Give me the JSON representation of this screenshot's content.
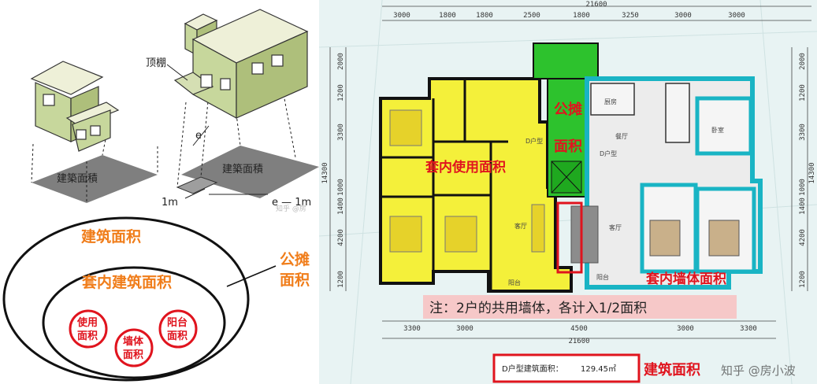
{
  "iso": {
    "house1_label": "建築面積",
    "house2_label": "建築面積",
    "canopy_label": "顶棚",
    "e_label": "e",
    "dim_1m": "1m",
    "dim_e": "e — 1m",
    "watermark": "知乎 @房"
  },
  "venn": {
    "outer_label": "建筑面积",
    "middle_label": "套内建筑面积",
    "shared_label_line1": "公摊",
    "shared_label_line2": "面积",
    "c1_line1": "使用",
    "c1_line2": "面积",
    "c2_line1": "墙体",
    "c2_line2": "面积",
    "c3_line1": "阳台",
    "c3_line2": "面积"
  },
  "plan": {
    "top_total": "21600",
    "top_dims": [
      "3000",
      "1800",
      "1800",
      "2500",
      "1800",
      "3250",
      "3000",
      "3000"
    ],
    "bottom_total": "21600",
    "bottom_dims": [
      "3300",
      "3000",
      "4500",
      "3000",
      "3300"
    ],
    "left_total": "14300",
    "left_dims": [
      "2000",
      "1200",
      "3300",
      "1000",
      "1400",
      "4200",
      "1200"
    ],
    "right_total": "14300",
    "right_dims": [
      "2000",
      "1200",
      "3300",
      "1000",
      "1400",
      "4200",
      "1200"
    ],
    "label_use_area": "套内使用面积",
    "label_shared_1": "公摊",
    "label_shared_2": "面积",
    "label_wall_area": "套内墙体面积",
    "label_building_area": "建筑面积",
    "note": "注：2户的共用墙体，各计入1/2面积",
    "unit_caption": "D户型建筑面积：",
    "unit_area": "129.45㎡",
    "watermark": "知乎 @房小波",
    "rooms": {
      "kitchen": "厨房",
      "living_left": "客厅",
      "living_right": "客厅",
      "dining": "餐厅",
      "bedroom": "卧室",
      "balcony_left": "阳台",
      "balcony_right": "阳台",
      "d_type_left": "D户型",
      "d_type_right": "D户型"
    }
  }
}
